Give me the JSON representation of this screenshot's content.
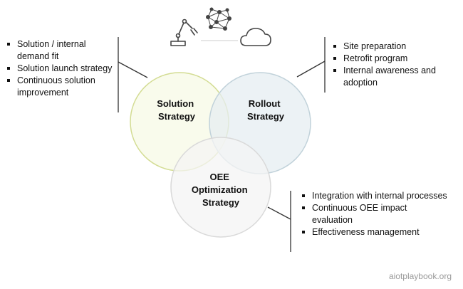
{
  "circles": {
    "solution": {
      "lines": [
        "Solution",
        "Strategy"
      ],
      "fill": "#f7f9e6",
      "stroke": "#d3dc93"
    },
    "rollout": {
      "lines": [
        "Rollout",
        "Strategy"
      ],
      "fill": "#e6eef2",
      "stroke": "#c1d2da"
    },
    "oee": {
      "lines": [
        "OEE",
        "Optimization",
        "Strategy"
      ],
      "fill": "#f4f4f4",
      "stroke": "#d9d9d9"
    }
  },
  "bullets": {
    "left": [
      "Solution / internal demand fit",
      "Solution launch strategy",
      "Continuous solution improvement"
    ],
    "right_top": [
      "Site preparation",
      "Retrofit program",
      "Internal awareness and adoption"
    ],
    "bottom_right": [
      "Integration with internal processes",
      "Continuous OEE impact evaluation",
      "Effectiveness management"
    ]
  },
  "icons": [
    "robot-arm-icon",
    "neural-network-icon",
    "cloud-icon"
  ],
  "watermark": "aiotplaybook.org"
}
